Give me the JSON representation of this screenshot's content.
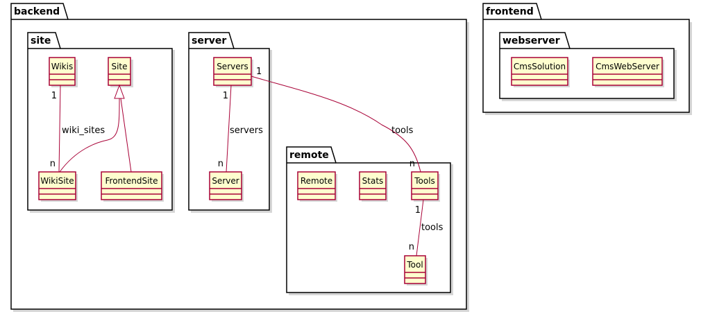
{
  "packages": {
    "backend": "backend",
    "site": "site",
    "server": "server",
    "remote": "remote",
    "frontend": "frontend",
    "webserver": "webserver"
  },
  "classes": {
    "wikis": "Wikis",
    "site": "Site",
    "wikisite": "WikiSite",
    "frontendsite": "FrontendSite",
    "servers": "Servers",
    "server": "Server",
    "remote": "Remote",
    "stats": "Stats",
    "tools": "Tools",
    "tool": "Tool",
    "cmssolution": "CmsSolution",
    "cmswebserver": "CmsWebServer"
  },
  "relations": {
    "wiki_sites": {
      "label": "wiki_sites",
      "from_mult": "1",
      "to_mult": "n"
    },
    "servers": {
      "label": "servers",
      "from_mult": "1",
      "to_mult": "n"
    },
    "servers_tools": {
      "label": "tools",
      "from_mult": "1",
      "to_mult": "n"
    },
    "tools_tool": {
      "label": "tools",
      "from_mult": "1",
      "to_mult": "n"
    }
  }
}
